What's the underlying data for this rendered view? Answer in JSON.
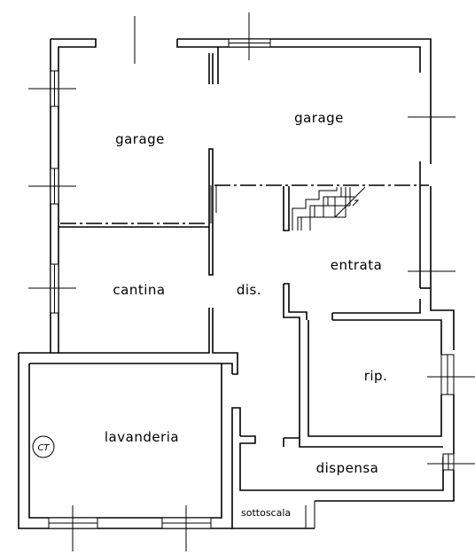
{
  "plan": {
    "rooms": {
      "garage_left": "garage",
      "garage_right": "garage",
      "cantina": "cantina",
      "dis": "dis.",
      "entrata": "entrata",
      "rip": "rip.",
      "lavanderia": "lavanderia",
      "dispensa": "dispensa",
      "sottoscala": "sottoscala"
    },
    "symbols": {
      "ct": "CT"
    }
  }
}
